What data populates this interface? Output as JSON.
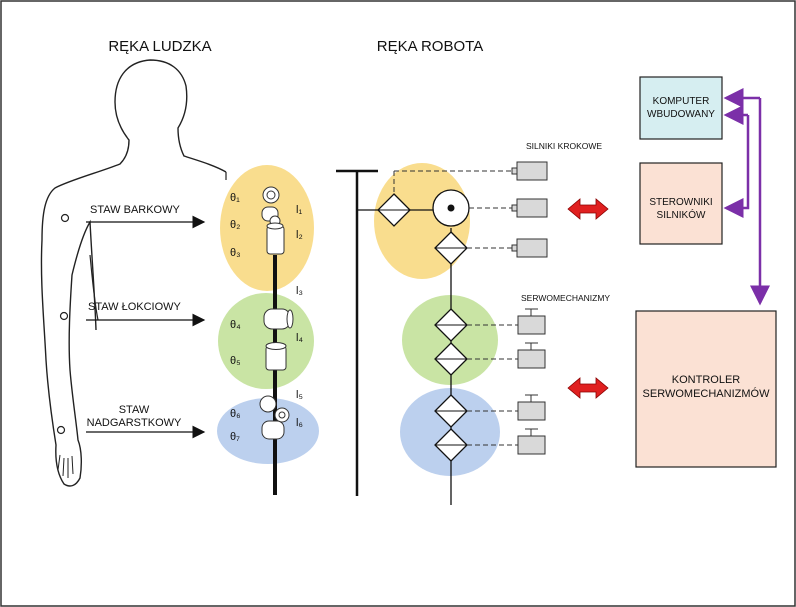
{
  "titles": {
    "human_arm": "RĘKA LUDZKA",
    "robot_arm": "RĘKA ROBOTA"
  },
  "joints": {
    "shoulder": "STAW BARKOWY",
    "elbow": "STAW ŁOKCIOWY",
    "wrist_line1": "STAW",
    "wrist_line2": "NADGARSTKOWY"
  },
  "angles": {
    "t1": "θ₁",
    "t2": "θ₂",
    "t3": "θ₃",
    "t4": "θ₄",
    "t5": "θ₅",
    "t6": "θ₆",
    "t7": "θ₇"
  },
  "links": {
    "l1": "l₁",
    "l2": "l₂",
    "l3": "l₃",
    "l4": "l₄",
    "l5": "l₅",
    "l6": "l₆"
  },
  "actuators": {
    "stepper_label": "SILNIKI KROKOWE",
    "servo_label": "SERWOMECHANIZMY"
  },
  "blocks": {
    "computer_line1": "KOMPUTER",
    "computer_line2": "WBUDOWANY",
    "drivers_line1": "STEROWNIKI",
    "drivers_line2": "SILNIKÓW",
    "servo_ctrl_line1": "KONTROLER",
    "servo_ctrl_line2": "SERWOMECHANIZMÓW"
  },
  "colors": {
    "shoulder_zone": "#f9dd8e",
    "elbow_zone": "#c9e4a4",
    "wrist_zone": "#bcd0ee",
    "computer_fill": "#d6eef1",
    "drivers_fill": "#fbe1d4",
    "controller_fill": "#fbe1d4",
    "bus_arrows": "#7b2fa8",
    "bidirectional_arrows": "#e02020"
  }
}
